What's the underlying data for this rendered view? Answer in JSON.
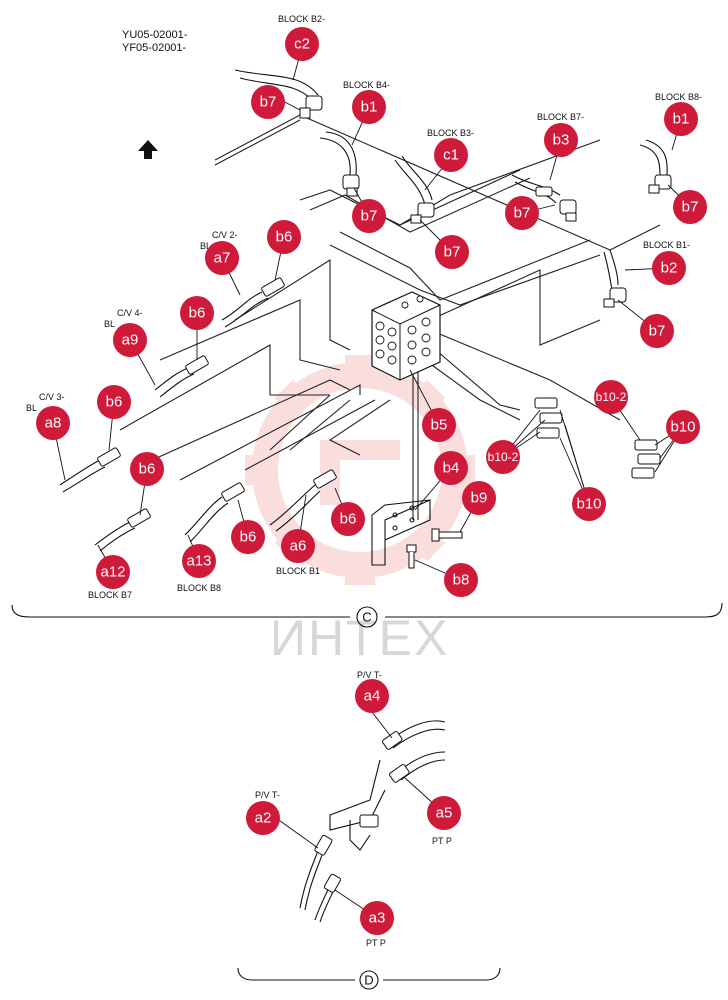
{
  "codes": [
    "YU05-02001-",
    "YF05-02001-"
  ],
  "watermark": "ИНТЕХ",
  "labels": {
    "block_b2": "BLOCK B2-",
    "block_b4": "BLOCK B4-",
    "block_b3": "BLOCK B3-",
    "block_b7": "BLOCK B7-",
    "block_b8": "BLOCK B8-",
    "block_b1": "BLOCK B1-",
    "cv2": "C/V 2-",
    "cv4": "C/V 4-",
    "cv3": "C/V 3-",
    "bl_b2": "BL",
    "bl_b4": "BL",
    "bl_b3": "BL",
    "a12_block": "BLOCK B7",
    "a13_block": "BLOCK B8",
    "a6_block": "BLOCK B1",
    "pv_a4": "P/V T-",
    "pv_a2": "P/V T-",
    "ptp_a5": "PT P",
    "ptp_a3": "PT P"
  },
  "sections": {
    "c": "C",
    "d": "D"
  },
  "callouts": {
    "c2": "c2",
    "b7_1": "b7",
    "b1_1": "b1",
    "c1": "c1",
    "b7_2": "b7",
    "b3": "b3",
    "b7_3": "b7",
    "b1_2": "b1",
    "b7_4": "b7",
    "b7_5": "b7",
    "b2": "b2",
    "b7_6": "b7",
    "b6_1": "b6",
    "a7": "a7",
    "b6_2": "b6",
    "a9": "a9",
    "b6_3": "b6",
    "a8": "a8",
    "b5": "b5",
    "b10_2a": "b10-2",
    "b10_1": "b10",
    "b10_2b": "b10-2",
    "b10_3": "b10",
    "b4": "b4",
    "b9": "b9",
    "b6_4": "b6",
    "b6_5": "b6",
    "b6_6": "b6",
    "a12": "a12",
    "a13": "a13",
    "a6": "a6",
    "b8": "b8",
    "a4": "a4",
    "a2": "a2",
    "a5": "a5",
    "a3": "a3"
  },
  "colors": {
    "callout": "#cf1a3a",
    "line": "#222222",
    "watermark": "#f6c4c4"
  }
}
